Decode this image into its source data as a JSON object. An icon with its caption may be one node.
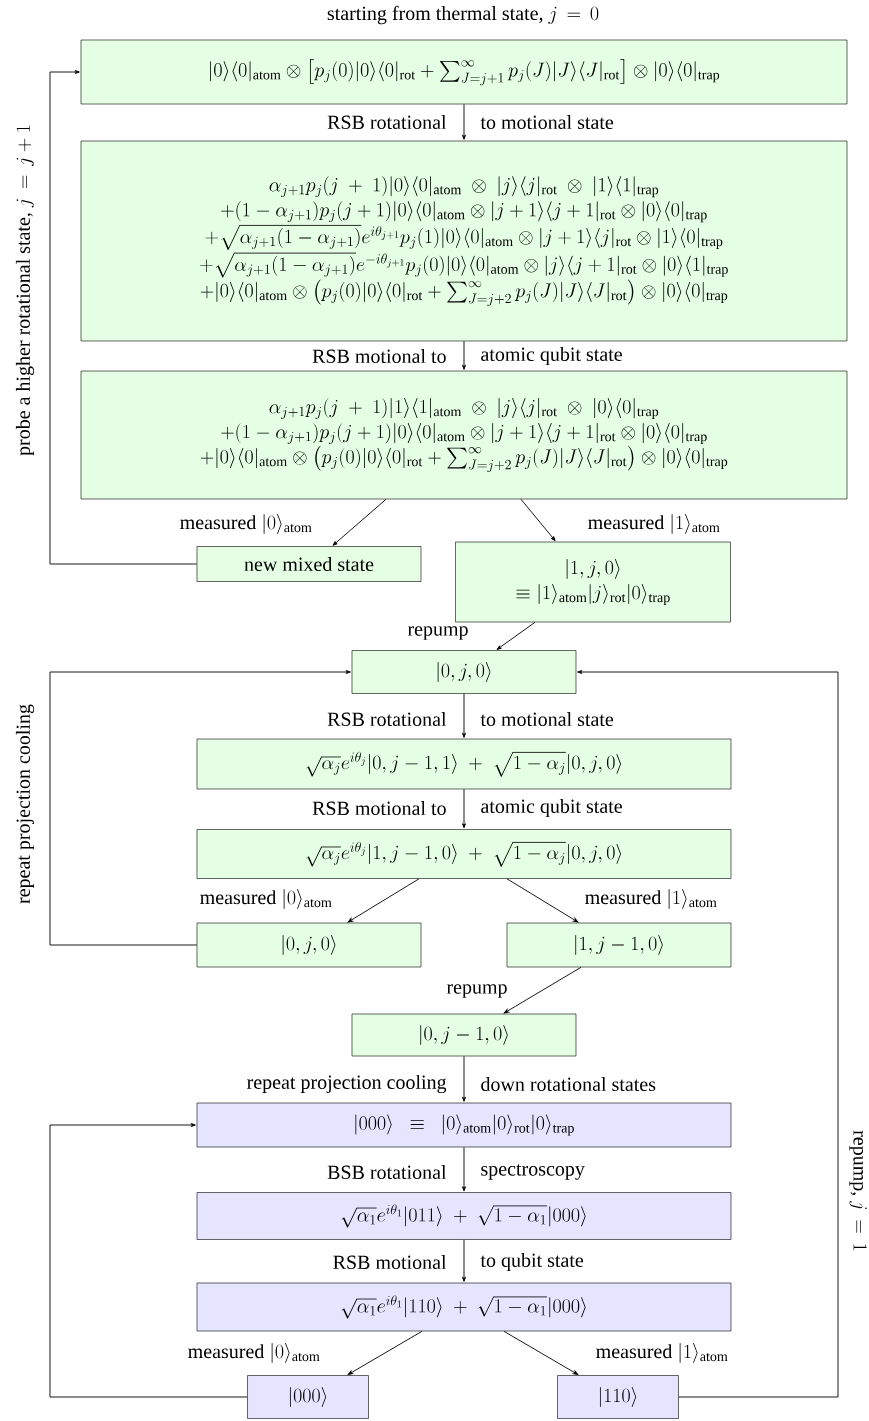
{
  "diagram": {
    "title": "\\text{starting from thermal state, } j\\,=\\,0",
    "nodes": [
      {
        "text": [
          "|0\\rangle\\langle 0|_{\\rm atom}\\otimes\\left[p_j(0)|0\\rangle\\langle 0|_{\\rm rot}+\\sum_{J=j+1}^{\\infty}p_j(J)|J\\rangle\\langle J|_{\\rm rot}\\right]\\otimes|0\\rangle\\langle 0|_{\\rm trap}"
        ]
      },
      {
        "text": [
          "\\alpha_{j+1}p_j(j\\ +\\ 1)|0\\rangle\\langle 0|_{\\rm atom}\\ \\otimes\\ |j\\rangle\\langle j|_{\\rm rot}\\ \\otimes\\ |1\\rangle\\langle 1|_{\\rm trap}",
          "+(1-\\alpha_{j+1})p_j(j+1)|0\\rangle\\langle 0|_{\\rm atom}\\otimes|j+1\\rangle\\langle j+1|_{\\rm rot}\\otimes|0\\rangle\\langle 0|_{\\rm trap}",
          "+\\sqrt{\\alpha_{j+1}(1-\\alpha_{j+1})}e^{i\\theta_{j+1}}p_j(1)|0\\rangle\\langle 0|_{\\rm atom}\\otimes|j+1\\rangle\\langle j|_{\\rm rot}\\otimes|1\\rangle\\langle 0|_{\\rm trap}",
          "+\\sqrt{\\alpha_{j+1}(1-\\alpha_{j+1})}e^{-i\\theta_{j+1}}p_j(0)|0\\rangle\\langle 0|_{\\rm atom}\\otimes|j\\rangle\\langle j+1|_{\\rm rot}\\otimes|0\\rangle\\langle 1|_{\\rm trap}",
          "+|0\\rangle\\langle 0|_{\\rm atom}\\otimes\\left(p_j(0)|0\\rangle\\langle 0|_{\\rm rot}+\\sum_{J=j+2}^{\\infty}p_j(J)|J\\rangle\\langle J|_{\\rm rot}\\right)\\otimes|0\\rangle\\langle 0|_{\\rm trap}"
        ]
      },
      {
        "text": [
          "\\alpha_{j+1}p_j(j\\ +\\ 1)|1\\rangle\\langle 1|_{\\rm atom}\\ \\otimes\\ |j\\rangle\\langle j|_{\\rm rot}\\ \\otimes\\ |0\\rangle\\langle 0|_{\\rm trap}",
          "+(1-\\alpha_{j+1})p_j(j+1)|0\\rangle\\langle 0|_{\\rm atom}\\otimes|j+1\\rangle\\langle j+1|_{\\rm rot}\\otimes|0\\rangle\\langle 0|_{\\rm trap}",
          "+|0\\rangle\\langle 0|_{\\rm atom}\\otimes\\left(p_j(0)|0\\rangle\\langle 0|_{\\rm rot}+\\sum_{J=j+2}^{\\infty}p_j(J)|J\\rangle\\langle J|_{\\rm rot}\\right)\\otimes|0\\rangle\\langle 0|_{\\rm trap}"
        ]
      },
      {
        "text": [
          "\\text{new mixed state}"
        ]
      },
      {
        "text": [
          "|1,j,0\\rangle",
          "\\equiv|1\\rangle_{\\rm atom}|j\\rangle_{\\rm rot}|0\\rangle_{\\rm trap}"
        ]
      },
      {
        "text": [
          "|0,j,0\\rangle"
        ]
      },
      {
        "text": [
          "\\sqrt{\\alpha_j}e^{i\\theta_j}|0,j-1,1\\rangle\\ +\\ \\sqrt{1-\\alpha_j}|0,j,0\\rangle"
        ]
      },
      {
        "text": [
          "\\sqrt{\\alpha_j}e^{i\\theta_j}|1,j-1,0\\rangle\\ +\\ \\sqrt{1-\\alpha_j}|0,j,0\\rangle"
        ]
      },
      {
        "text": [
          "|0,j,0\\rangle"
        ]
      },
      {
        "text": [
          "|1,j-1,0\\rangle"
        ]
      },
      {
        "text": [
          "|0,j-1,0\\rangle"
        ]
      },
      {
        "text": [
          "|000\\rangle\\ \\ \\equiv\\ \\ |0\\rangle_{\\rm atom}|0\\rangle_{\\rm rot}|0\\rangle_{\\rm trap}"
        ]
      },
      {
        "text": [
          "\\sqrt{\\alpha_1}e^{i\\theta_1}|011\\rangle\\ +\\ \\sqrt{1-\\alpha_1}|000\\rangle"
        ]
      },
      {
        "text": [
          "\\sqrt{\\alpha_1}e^{i\\theta_1}|110\\rangle\\ +\\ \\sqrt{1-\\alpha_1}|000\\rangle"
        ]
      },
      {
        "text": [
          "|000\\rangle"
        ]
      },
      {
        "text": [
          "|110\\rangle"
        ]
      }
    ],
    "edges": [
      {
        "from": 0,
        "to": 1,
        "arrow": "to"
      },
      {
        "from": 1,
        "to": 2,
        "arrow": "to"
      },
      {
        "from": 2,
        "to": 3,
        "arrow": "to",
        "label": "\\text{measured }|0\\rangle_{\\rm atom}"
      },
      {
        "from": 2,
        "to": 4,
        "arrow": "to",
        "label": "\\text{measured }|1\\rangle_{\\rm atom}"
      },
      {
        "from": 3,
        "to": 0,
        "arrow": "to",
        "label": "\\text{probe a higher rotational state, } j\\,=\\,j+1"
      },
      {
        "from": 4,
        "to": 5,
        "arrow": "to",
        "label": "\\text{repump}"
      },
      {
        "from": 5,
        "to": 6,
        "arrow": "to"
      },
      {
        "from": 6,
        "to": 7,
        "arrow": "to"
      },
      {
        "from": 7,
        "to": 8,
        "arrow": "to",
        "label": "\\text{measured }|0\\rangle_{\\rm atom}"
      },
      {
        "from": 7,
        "to": 9,
        "arrow": "to",
        "label": "\\text{measured }|1\\rangle_{\\rm atom}"
      },
      {
        "from": 8,
        "to": 5,
        "arrow": "to",
        "label": "\\text{repeat projection cooling}"
      },
      {
        "from": 9,
        "to": 10,
        "arrow": "to",
        "label": "\\text{repump}"
      },
      {
        "from": 10,
        "to": 11,
        "arrow": "to"
      },
      {
        "from": 11,
        "to": 12,
        "arrow": "to"
      },
      {
        "from": 12,
        "to": 13,
        "arrow": "to"
      },
      {
        "from": 13,
        "to": 14,
        "arrow": "to",
        "label": "\\text{measured }|0\\rangle_{\\rm atom}"
      },
      {
        "from": 13,
        "to": 15,
        "arrow": "to",
        "label": "\\text{measured }|1\\rangle_{\\rm atom}"
      },
      {
        "from": 14,
        "to": 11,
        "arrow": "to"
      },
      {
        "from": 15,
        "to": 5,
        "arrow": "to",
        "label": "\\text{repump, } j\\,=\\,1"
      }
    ],
    "labels": [
      "RSB rotational",
      "to motional state",
      "RSB motional to",
      "atomic qubit state",
      "RSB rotational",
      "to motional state",
      "RSB motional to",
      "atomic qubit state",
      "repeat projection cooling",
      "down rotational states",
      "BSB rotational",
      "spectroscopy",
      "RSB motional",
      "to qubit state"
    ]
  }
}
